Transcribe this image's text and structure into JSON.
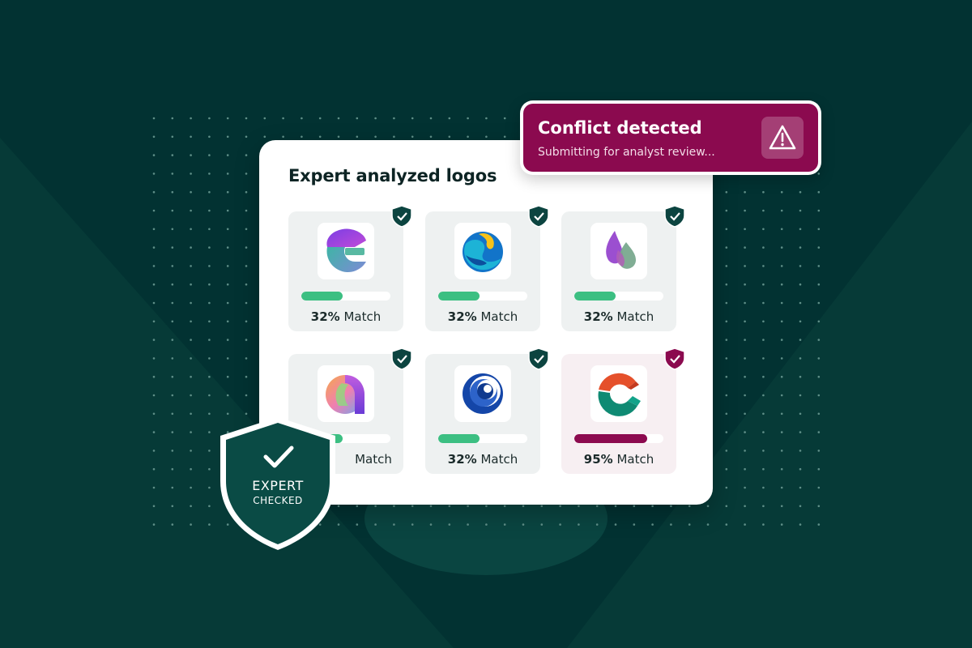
{
  "panel": {
    "title": "Expert analyzed logos",
    "tiles": [
      {
        "logo": "purple-green-c-logo-icon",
        "match_pct": "32%",
        "match_label": "Match",
        "fill": 0.46,
        "status": "ok"
      },
      {
        "logo": "blue-yellow-globe-logo-icon",
        "match_pct": "32%",
        "match_label": "Match",
        "fill": 0.46,
        "status": "ok"
      },
      {
        "logo": "purple-flame-logo-icon",
        "match_pct": "32%",
        "match_label": "Match",
        "fill": 0.46,
        "status": "ok"
      },
      {
        "logo": "gradient-arc-logo-icon",
        "match_pct": "",
        "match_label": "Match",
        "fill": 0.46,
        "status": "ok"
      },
      {
        "logo": "blue-swirl-logo-icon",
        "match_pct": "32%",
        "match_label": "Match",
        "fill": 0.46,
        "status": "ok"
      },
      {
        "logo": "red-teal-c-logo-icon",
        "match_pct": "95%",
        "match_label": "Match",
        "fill": 0.82,
        "status": "conflict"
      }
    ]
  },
  "conflict": {
    "title": "Conflict detected",
    "subtitle": "Submitting for analyst review..."
  },
  "badge": {
    "line1": "EXPERT",
    "line2": "CHECKED"
  },
  "colors": {
    "background": "#023232",
    "match_green": "#3cbf82",
    "conflict_magenta": "#8b0a4f",
    "check_dark": "#0c4440"
  }
}
